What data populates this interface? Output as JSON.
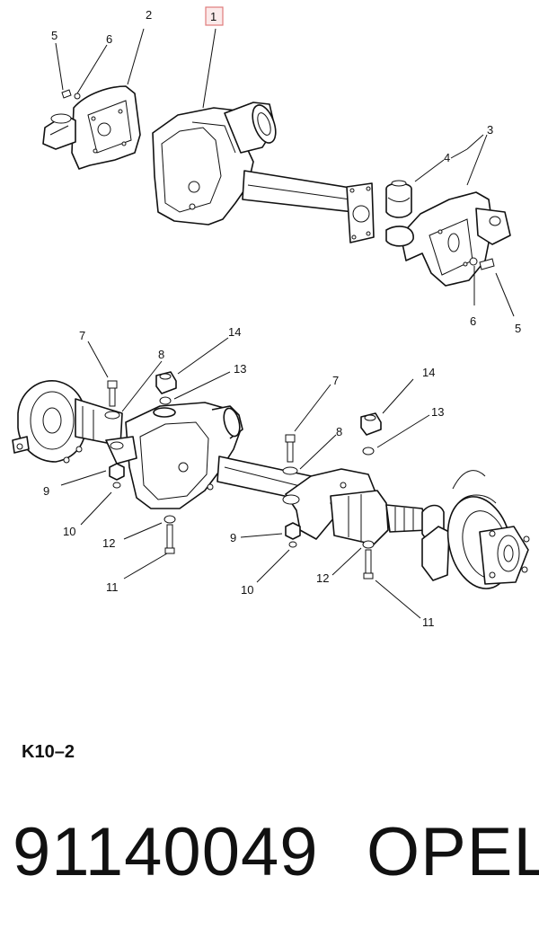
{
  "diagram": {
    "callouts": {
      "top_1": "1",
      "top_2": "2",
      "top_3": "3",
      "top_4": "4",
      "top_5a": "5",
      "top_6a": "6",
      "top_5b": "5",
      "top_6b": "6",
      "bot_7a": "7",
      "bot_8a": "8",
      "bot_14a": "14",
      "bot_13a": "13",
      "bot_9a": "9",
      "bot_10a": "10",
      "bot_12a": "12",
      "bot_11a": "11",
      "bot_7b": "7",
      "bot_8b": "8",
      "bot_14b": "14",
      "bot_13b": "13",
      "bot_9b": "9",
      "bot_10b": "10",
      "bot_12b": "12",
      "bot_11b": "11"
    },
    "highlight_color": "#e07b7b"
  },
  "footer": {
    "code": "K10–2",
    "part_number": "91140049",
    "brand": "OPEL"
  }
}
